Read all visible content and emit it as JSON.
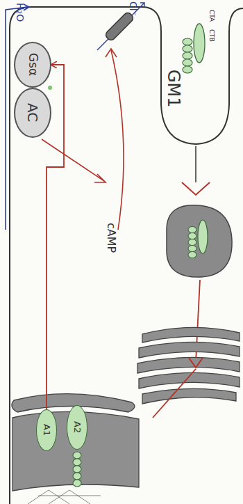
{
  "diagram": {
    "nodes": [
      {
        "text": [
          "Gsα"
        ]
      },
      {
        "text": [
          "AC"
        ]
      },
      {
        "text": [
          "A1"
        ]
      },
      {
        "text": [
          "A2"
        ]
      }
    ],
    "edges": [
      {
        "from": 2,
        "to": 0,
        "arrow": "to"
      }
    ],
    "labels": [
      "H₂O",
      "Cl⁻",
      "CTB",
      "CTA",
      "GM1",
      "cAMP"
    ]
  }
}
